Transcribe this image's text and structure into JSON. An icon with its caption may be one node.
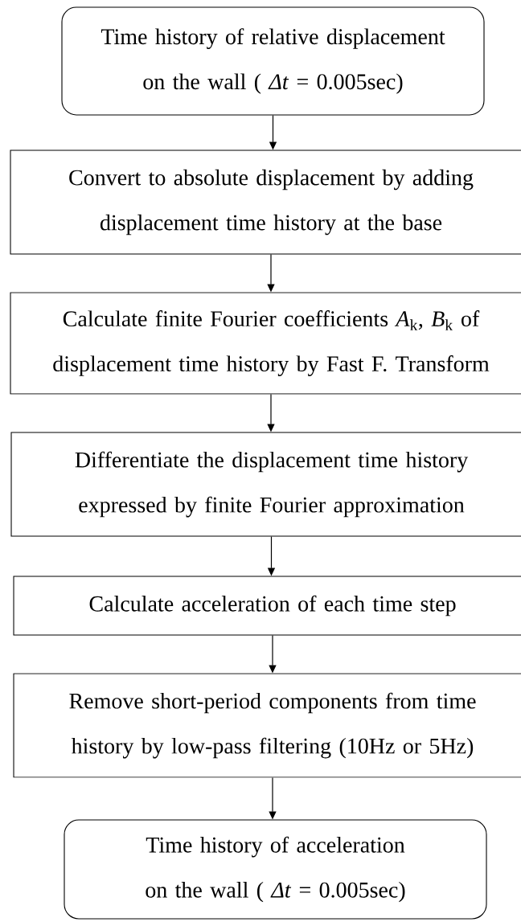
{
  "diagram": {
    "nodes": [
      {
        "text": [
          "Time history of relative displacement on the wall ( *Δt* = 0.005sec)"
        ]
      },
      {
        "text": [
          "Convert to absolute displacement by adding displacement time history at the base"
        ]
      },
      {
        "text": [
          "Calculate finite Fourier coefficients *A*$_{k}$, *B*$_{k}$ of displacement time history by Fast F. Transform"
        ]
      },
      {
        "text": [
          "Differentiate the displacement time history expressed by finite Fourier approximation"
        ]
      },
      {
        "text": [
          "Calculate acceleration of each time step"
        ]
      },
      {
        "text": [
          "Remove short-period components from time history by low-pass filtering (10Hz or 5Hz)"
        ]
      },
      {
        "text": [
          "Time history of acceleration on the wall ( *Δt* = 0.005sec)"
        ]
      }
    ],
    "edges": [
      {
        "from": 0,
        "to": 1,
        "arrow": "to"
      },
      {
        "from": 1,
        "to": 2,
        "arrow": "to"
      },
      {
        "from": 2,
        "to": 3,
        "arrow": "to"
      },
      {
        "from": 3,
        "to": 4,
        "arrow": "to"
      },
      {
        "from": 4,
        "to": 5,
        "arrow": "to"
      },
      {
        "from": 5,
        "to": 6,
        "arrow": "to"
      }
    ]
  }
}
